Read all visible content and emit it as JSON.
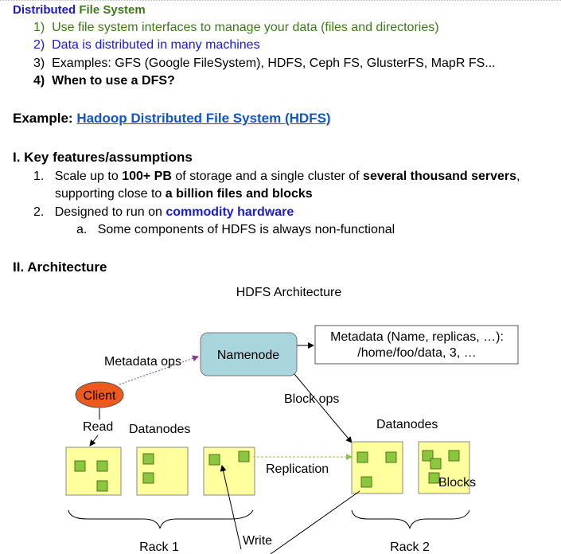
{
  "header": {
    "part1": "Distributed",
    "part2": " File System"
  },
  "intro_list": [
    {
      "num": "1)",
      "text": "Use file system interfaces to manage your data (files and directories)"
    },
    {
      "num": "2)",
      "text": "Data is distributed in many machines"
    },
    {
      "num": "3)",
      "text": "Examples: GFS (Google FileSystem), HDFS, Ceph FS, GlusterFS, MapR FS..."
    },
    {
      "num": "4)",
      "text": "When to use a DFS?"
    }
  ],
  "example": {
    "label": "Example:",
    "link_text": "Hadoop Distributed File System (HDFS)"
  },
  "section1": {
    "heading": "I. Key features/assumptions",
    "item1": {
      "num": "1.",
      "l1a": "Scale up to ",
      "l1b": "100+ PB",
      "l1c": " of storage and a single cluster of ",
      "l1d": "several thousand servers",
      "l1e": ",",
      "l2a": "supporting close to ",
      "l2b": "a billion files and blocks"
    },
    "item2": {
      "num": "2.",
      "a": "Designed to run on ",
      "b": "commodity hardware"
    },
    "sub_a": {
      "num": "a.",
      "text": "Some components of HDFS is always non-functional"
    }
  },
  "section2": {
    "heading": "II. Architecture"
  },
  "diagram": {
    "title": "HDFS Architecture",
    "metadata_line1": "Metadata (Name, replicas, …):",
    "metadata_line2": "/home/foo/data, 3, …",
    "namenode": "Namenode",
    "metadata_ops": "Metadata ops",
    "client": "Client",
    "block_ops": "Block ops",
    "read": "Read",
    "datanodes_left": "Datanodes",
    "datanodes_right": "Datanodes",
    "replication": "Replication",
    "blocks": "Blocks",
    "write": "Write",
    "rack1": "Rack 1",
    "rack2": "Rack 2",
    "colors": {
      "namenode_fill": "#a9d6dc",
      "client_fill": "#ee5a1e",
      "datanode_fill": "#ffff9e",
      "block_fill": "#8cc63e",
      "link_blue": "#1155cc"
    }
  }
}
